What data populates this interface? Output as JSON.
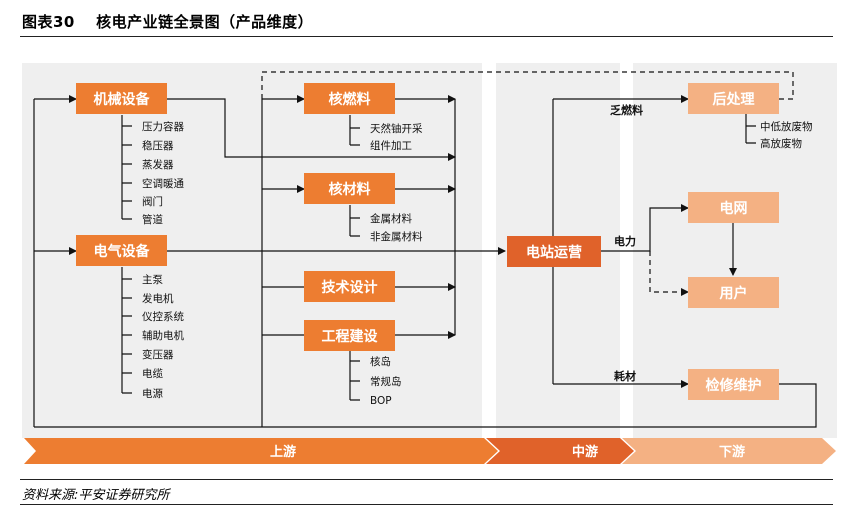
{
  "header": {
    "title": "图表30　 核电产业链全景图（产品维度）"
  },
  "footer": {
    "source": "资料来源:平安证券研究所"
  },
  "nodes": {
    "mech_equipment": "机械设备",
    "elec_equipment": "电气设备",
    "nuclear_fuel": "核燃料",
    "nuclear_material": "核材料",
    "tech_design": "技术设计",
    "engineering": "工程建设",
    "power_station": "电站运营",
    "post_processing": "后处理",
    "grid": "电网",
    "user": "用户",
    "maintenance": "检修维护"
  },
  "mech_items": [
    "压力容器",
    "稳压器",
    "蒸发器",
    "空调暖通",
    "阀门",
    "管道"
  ],
  "elec_items": [
    "主泵",
    "发电机",
    "仪控系统",
    "辅助电机",
    "变压器",
    "电缆",
    "电源"
  ],
  "fuel_items": [
    "天然铀开采",
    "组件加工"
  ],
  "material_items": [
    "金属材料",
    "非金属材料"
  ],
  "engineering_items": [
    "核岛",
    "常规岛",
    "BOP"
  ],
  "post_items": [
    "中低放废物",
    "高放废物"
  ],
  "edge_labels": {
    "spent_fuel": "乏燃料",
    "power": "电力",
    "consumables": "耗材"
  },
  "stages": {
    "upstream": "上游",
    "midstream": "中游",
    "downstream": "下游"
  },
  "colors": {
    "dark_orange": "#ED7D31",
    "light_orange": "#F4B183",
    "deep_orange": "#E0622A",
    "panel": "#EFEFEF"
  }
}
